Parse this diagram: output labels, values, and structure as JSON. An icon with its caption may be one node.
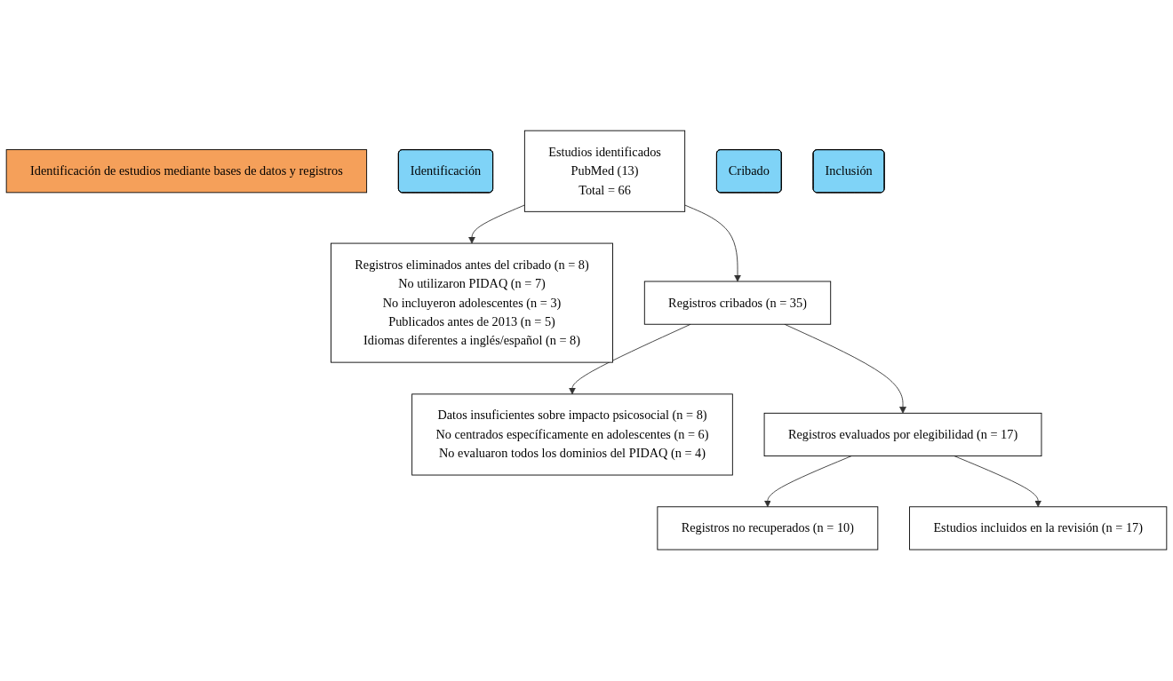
{
  "diagram": {
    "nodes": [
      {
        "text": [
          "Identificación de estudios mediante bases de datos y registros"
        ]
      },
      {
        "text": [
          "Identificación"
        ]
      },
      {
        "text": [
          "Estudios identificados",
          "PubMed (13)",
          "Total = 66"
        ]
      },
      {
        "text": [
          "Registros eliminados antes del cribado (n = 8)",
          "No utilizaron PIDAQ (n = 7)",
          "No incluyeron adolescentes (n = 3)",
          "Publicados antes de 2013 (n = 5)",
          "Idiomas diferentes a inglés/español (n = 8)"
        ]
      },
      {
        "text": [
          "Cribado"
        ]
      },
      {
        "text": [
          "Registros cribados (n = 35)"
        ]
      },
      {
        "text": [
          "Datos insuficientes sobre impacto psicosocial (n = 8)",
          "No centrados específicamente en adolescentes (n = 6)",
          "No evaluaron todos los dominios del PIDAQ (n = 4)"
        ]
      },
      {
        "text": [
          "Registros evaluados por elegibilidad (n = 17)"
        ]
      },
      {
        "text": [
          "Registros no recuperados (n = 10)"
        ]
      },
      {
        "text": [
          "Inclusión"
        ]
      },
      {
        "text": [
          "Estudios incluidos en la revisión (n = 17)"
        ]
      }
    ],
    "edges": [
      {
        "from": 2,
        "to": 3,
        "arrow": "to"
      },
      {
        "from": 2,
        "to": 5,
        "arrow": "to"
      },
      {
        "from": 5,
        "to": 6,
        "arrow": "to"
      },
      {
        "from": 5,
        "to": 7,
        "arrow": "to"
      },
      {
        "from": 7,
        "to": 8,
        "arrow": "to"
      },
      {
        "from": 7,
        "to": 10,
        "arrow": "to"
      }
    ]
  }
}
